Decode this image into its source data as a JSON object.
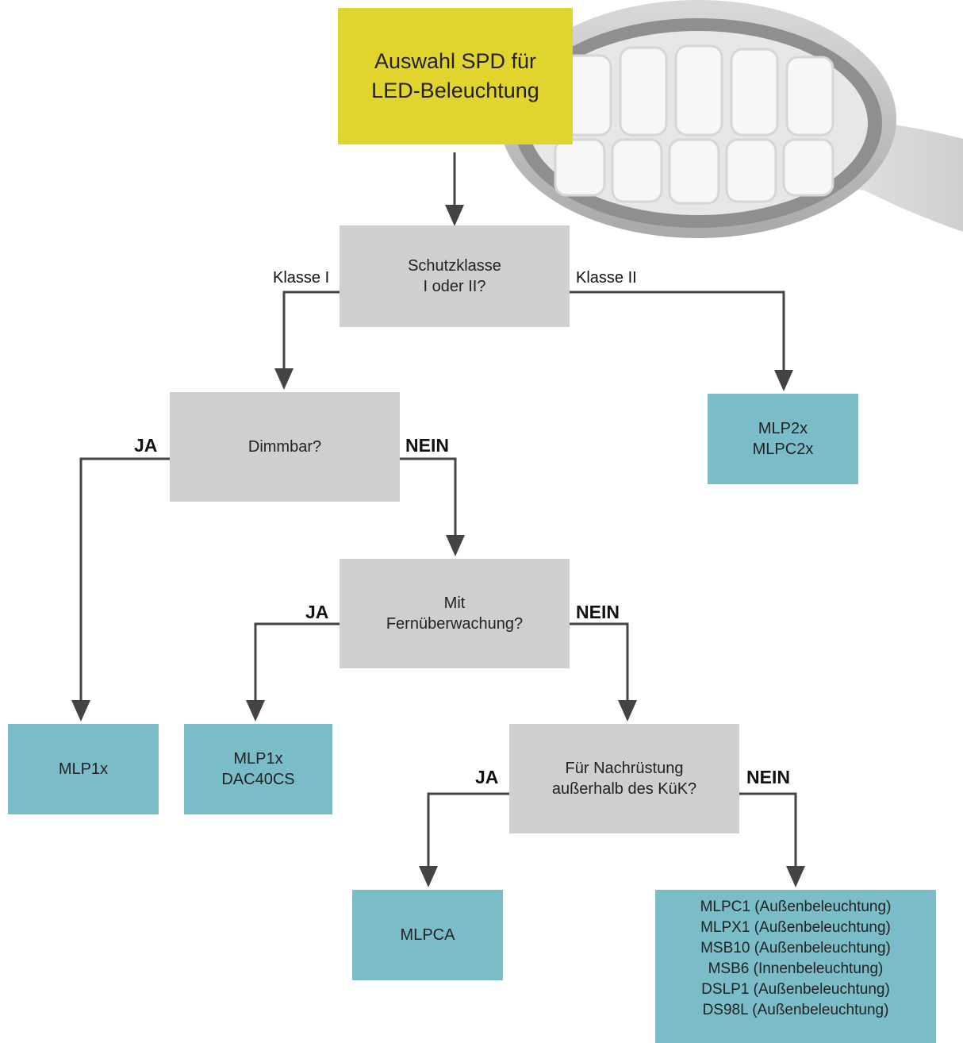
{
  "start": {
    "lines": [
      "Auswahl SPD für",
      "LED-Beleuchtung"
    ]
  },
  "decisions": {
    "schutzklasse": {
      "lines": [
        "Schutzklasse",
        "I oder II?"
      ]
    },
    "dimmbar": {
      "lines": [
        "Dimmbar?"
      ]
    },
    "fernueberwachung": {
      "lines": [
        "Mit",
        "Fernüberwachung?"
      ]
    },
    "nachruestung": {
      "lines": [
        "Für Nachrüstung",
        "außerhalb des KüK?"
      ]
    }
  },
  "results": {
    "mlp2x": {
      "lines": [
        "MLP2x",
        "MLPC2x"
      ]
    },
    "mlp1x": {
      "lines": [
        "MLP1x"
      ]
    },
    "mlp1x_dac": {
      "lines": [
        "MLP1x",
        "DAC40CS"
      ]
    },
    "mlpca": {
      "lines": [
        "MLPCA"
      ]
    },
    "list": {
      "lines": [
        "MLPC1 (Außenbeleuchtung)",
        "MLPX1 (Außenbeleuchtung)",
        "MSB10 (Außenbeleuchtung)",
        "MSB6 (Innenbeleuchtung)",
        "DSLP1 (Außenbeleuchtung)",
        "DS98L (Außenbeleuchtung)"
      ]
    }
  },
  "edge_labels": {
    "klasse_i": "Klasse I",
    "klasse_ii": "Klasse II",
    "dimm_ja": "JA",
    "dimm_nein": "NEIN",
    "fern_ja": "JA",
    "fern_nein": "NEIN",
    "nach_ja": "JA",
    "nach_nein": "NEIN"
  },
  "colors": {
    "start": "#e2d42e",
    "decision": "#cfcfcf",
    "result": "#7abcc8",
    "arrow": "#444444"
  }
}
